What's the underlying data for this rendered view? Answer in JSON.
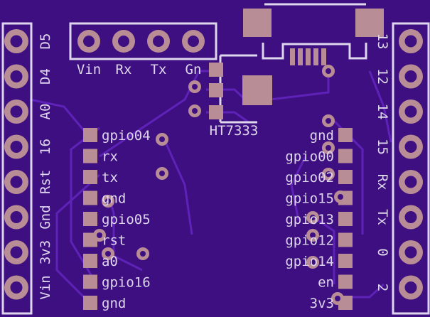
{
  "board": {
    "colors": {
      "substrate": "#3e0f80",
      "copper": "#5a1fb0",
      "trace": "#6a2bc4",
      "pad": "#b98d95",
      "drill": "#3e0f80",
      "silkscreen": "#ddd6ec"
    },
    "left_header_labels": [
      "D5",
      "D4",
      "A0",
      "16",
      "Rst",
      "Gnd",
      "3v3",
      "Vin"
    ],
    "right_header_labels": [
      "13",
      "12",
      "14",
      "15",
      "Rx",
      "Tx",
      "0",
      "2"
    ],
    "top_header_labels": [
      "Vin",
      "Rx",
      "Tx",
      "Gn"
    ],
    "regulator_label": "HT7333",
    "module_left_pins": [
      "gpio04",
      "rx",
      "tx",
      "gnd",
      "gpio05",
      "rst",
      "a0",
      "gpio16",
      "gnd"
    ],
    "module_right_pins": [
      "gnd",
      "gpio00",
      "gpio02",
      "gpio15",
      "gpio13",
      "gpio12",
      "gpio14",
      "en",
      "3v3"
    ]
  }
}
